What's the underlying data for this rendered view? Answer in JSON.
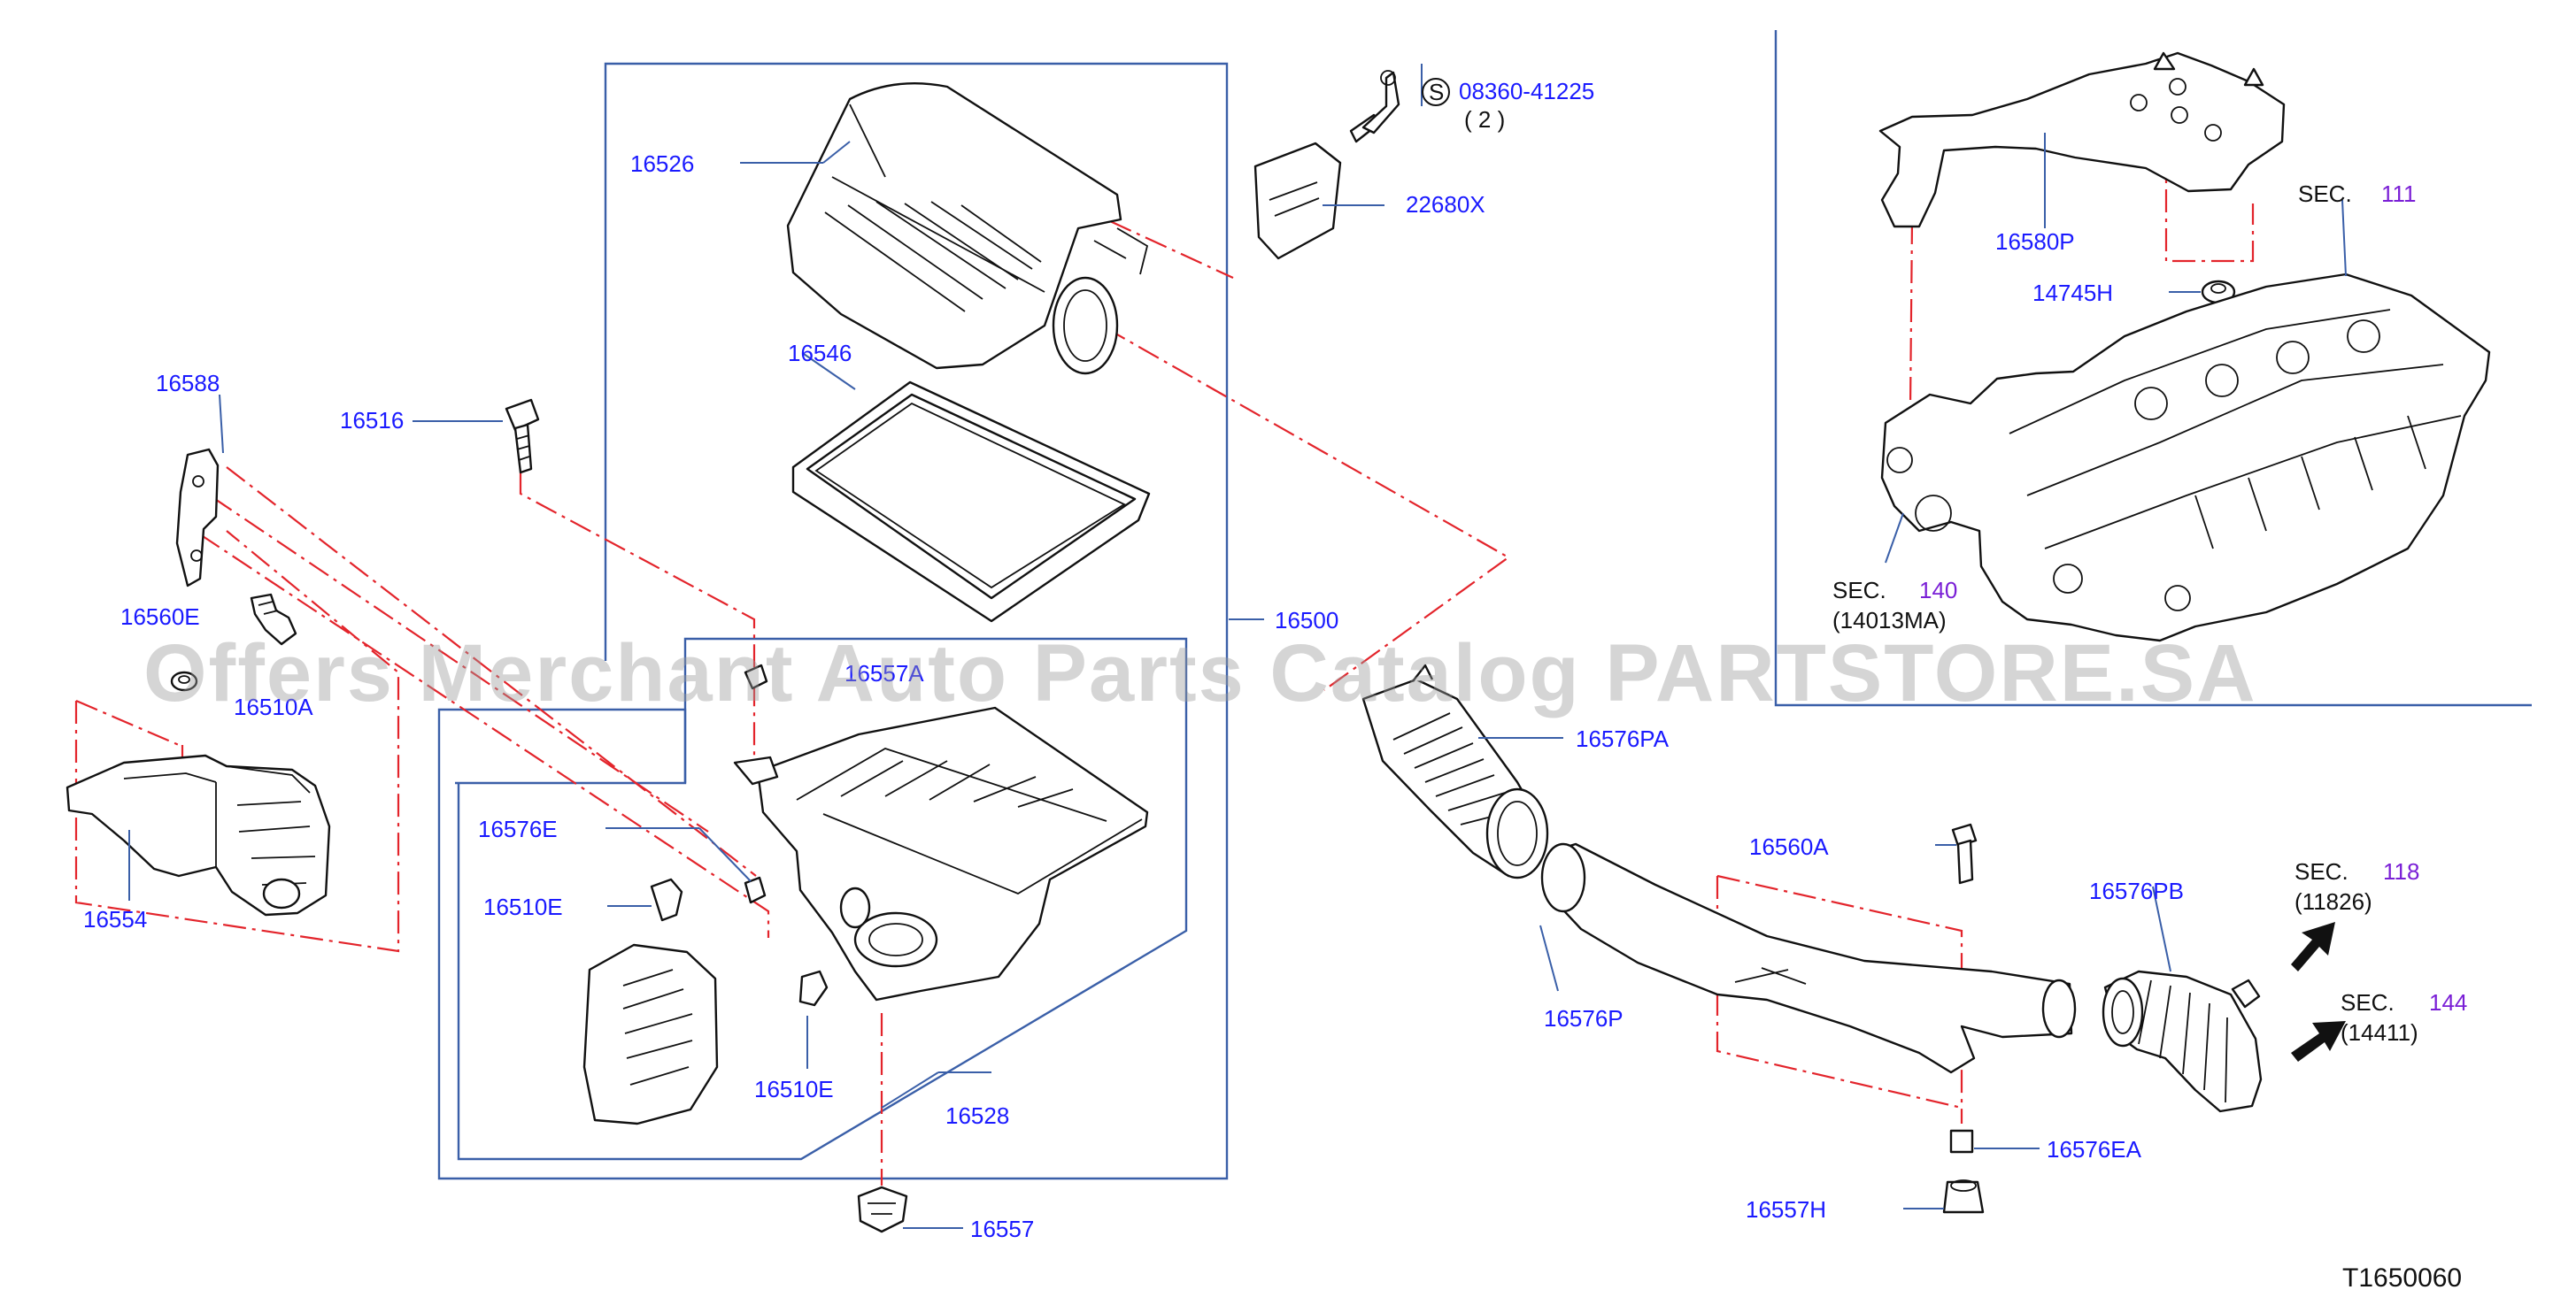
{
  "watermark": "Offers Merchant Auto Parts Catalog PARTSTORE.SA",
  "diagram_id": "T1650060",
  "screw_symbol": "S",
  "parts": {
    "p16526": "16526",
    "p16546": "16546",
    "p16500": "16500",
    "p22680X": "22680X",
    "p08360": "08360-41225",
    "p08360_qty": "( 2 )",
    "p16588": "16588",
    "p16516": "16516",
    "p16560E": "16560E",
    "p16510A": "16510A",
    "p16554": "16554",
    "p16557A": "16557A",
    "p16576E": "16576E",
    "p16510E_1": "16510E",
    "p16510E_2": "16510E",
    "p16528": "16528",
    "p16557": "16557",
    "p16576PA": "16576PA",
    "p16560A": "16560A",
    "p16576P": "16576P",
    "p16576PB": "16576PB",
    "p16576EA": "16576EA",
    "p16557H": "16557H",
    "p16580P": "16580P",
    "p14745H": "14745H"
  },
  "sections": [
    {
      "prefix": "SEC.",
      "number": "111",
      "ref": ""
    },
    {
      "prefix": "SEC.",
      "number": "140",
      "ref": "(14013MA)"
    },
    {
      "prefix": "SEC.",
      "number": "118",
      "ref": "(11826)"
    },
    {
      "prefix": "SEC.",
      "number": "144",
      "ref": "(14411)"
    }
  ],
  "colors": {
    "part_label": "#1a1aff",
    "section_number": "#7a1fd6",
    "dash_line": "#e3242b",
    "frame": "#3a5fa8"
  }
}
